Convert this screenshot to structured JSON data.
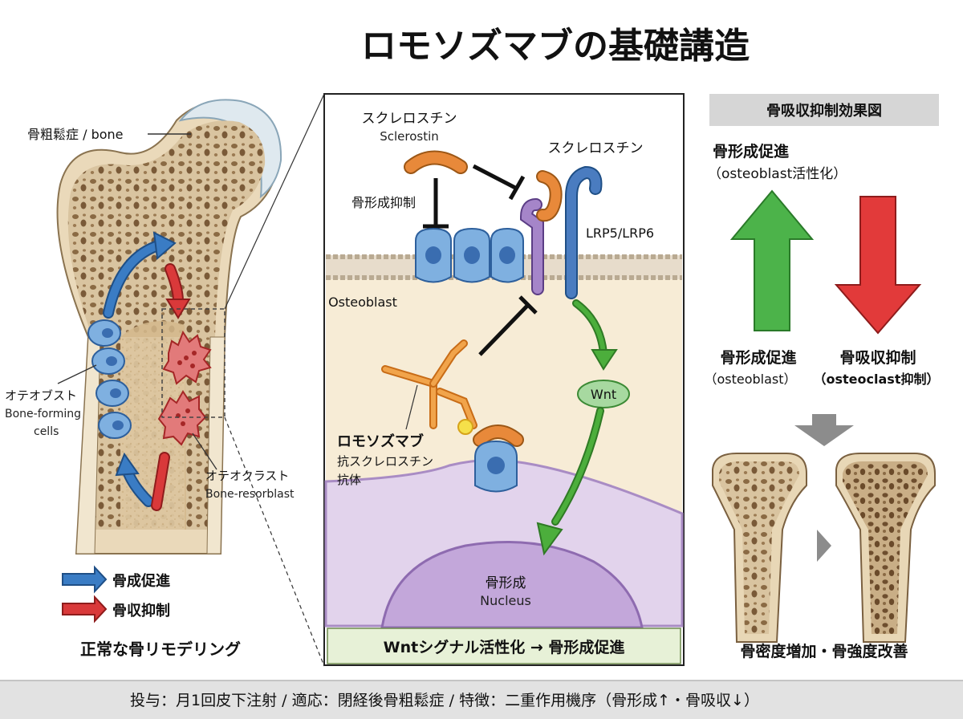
{
  "title": "ロモソズマブの基礎講造",
  "left_panel": {
    "bone_label": "骨粗鬆症 / bone",
    "osteoblast_label_jp": "オテオブスト",
    "osteoblast_label_en1": "Bone-forming",
    "osteoblast_label_en2": "cells",
    "osteoclast_label_jp": "オテオクラスト",
    "osteoclast_label_en": "Bone-resorblast",
    "legend_blue": "骨成促進",
    "legend_red": "骨収抑制",
    "caption": "正常な骨リモデリング",
    "colors": {
      "blue_arrow": "#3a7cc4",
      "red_arrow": "#d9393a"
    }
  },
  "center_panel": {
    "sclerostin_jp": "スクレロスチン",
    "sclerostin_en": "Sclerostin",
    "sclerostin_receptor_jp": "スクレロスチン",
    "inhibition_label": "骨形成抑制",
    "receptor_label": "LRP5/LRP6",
    "osteoblast_label": "Osteoblast",
    "wnt_label": "Wnt",
    "antibody_label1": "ロモソズマブ",
    "antibody_label2": "抗スクレロスチン",
    "antibody_label3": "抗体",
    "nucleus_jp": "骨形成",
    "nucleus_en": "Nucleus",
    "footer": "Wntシグナル活性化 → 骨形成促進",
    "colors": {
      "sclerostin": "#e8893a",
      "lrp": "#4a7cc0",
      "wnt_arrow": "#4cae3c",
      "nucleus": "#b79bd0"
    }
  },
  "right_panel": {
    "header": "骨吸収抑制効果図",
    "promote_title1": "骨形成促進",
    "promote_title2": "（osteoblast活性化）",
    "promote_label1": "骨形成促進",
    "promote_label2": "（osteoblast）",
    "inhibit_label1": "骨吸収抑制",
    "inhibit_label2": "（osteoclast抑制）",
    "caption": "骨密度増加・骨強度改善",
    "colors": {
      "up_arrow": "#4cb34a",
      "down_arrow": "#e23a3a"
    }
  },
  "footer_bar": "投与：月1回皮下注射 / 適応：閉経後骨粗鬆症 / 特徴：二重作用機序（骨形成↑・骨吸収↓）"
}
